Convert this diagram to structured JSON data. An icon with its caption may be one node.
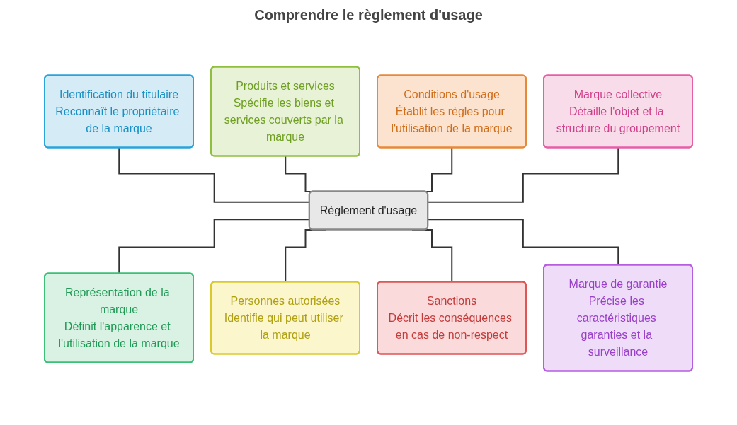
{
  "diagram": {
    "title": "Comprendre le règlement d'usage",
    "nodes": [
      {
        "text": [
          "Identification du titulaire",
          "Reconnaît le propriétaire de la marque"
        ]
      },
      {
        "text": [
          "Produits et services",
          "Spécifie les biens et services couverts par la marque"
        ]
      },
      {
        "text": [
          "Conditions d'usage",
          "Établit les règles pour l'utilisation de la marque"
        ]
      },
      {
        "text": [
          "Marque collective",
          "Détaille l'objet et la structure du groupement"
        ]
      },
      {
        "text": [
          "Règlement d'usage"
        ]
      },
      {
        "text": [
          "Représentation de la marque",
          "Définit l'apparence et l'utilisation de la marque"
        ]
      },
      {
        "text": [
          "Personnes autorisées",
          "Identifie qui peut utiliser la marque"
        ]
      },
      {
        "text": [
          "Sanctions",
          "Décrit les conséquences en cas de non-respect"
        ]
      },
      {
        "text": [
          "Marque de garantie",
          "Précise les caractéristiques garanties et la surveillance"
        ]
      }
    ],
    "edges": [
      {
        "from": 0,
        "to": 4,
        "arrow": "none"
      },
      {
        "from": 1,
        "to": 4,
        "arrow": "none"
      },
      {
        "from": 2,
        "to": 4,
        "arrow": "none"
      },
      {
        "from": 3,
        "to": 4,
        "arrow": "none"
      },
      {
        "from": 4,
        "to": 5,
        "arrow": "none"
      },
      {
        "from": 4,
        "to": 6,
        "arrow": "none"
      },
      {
        "from": 4,
        "to": 7,
        "arrow": "none"
      },
      {
        "from": 4,
        "to": 8,
        "arrow": "none"
      }
    ]
  }
}
